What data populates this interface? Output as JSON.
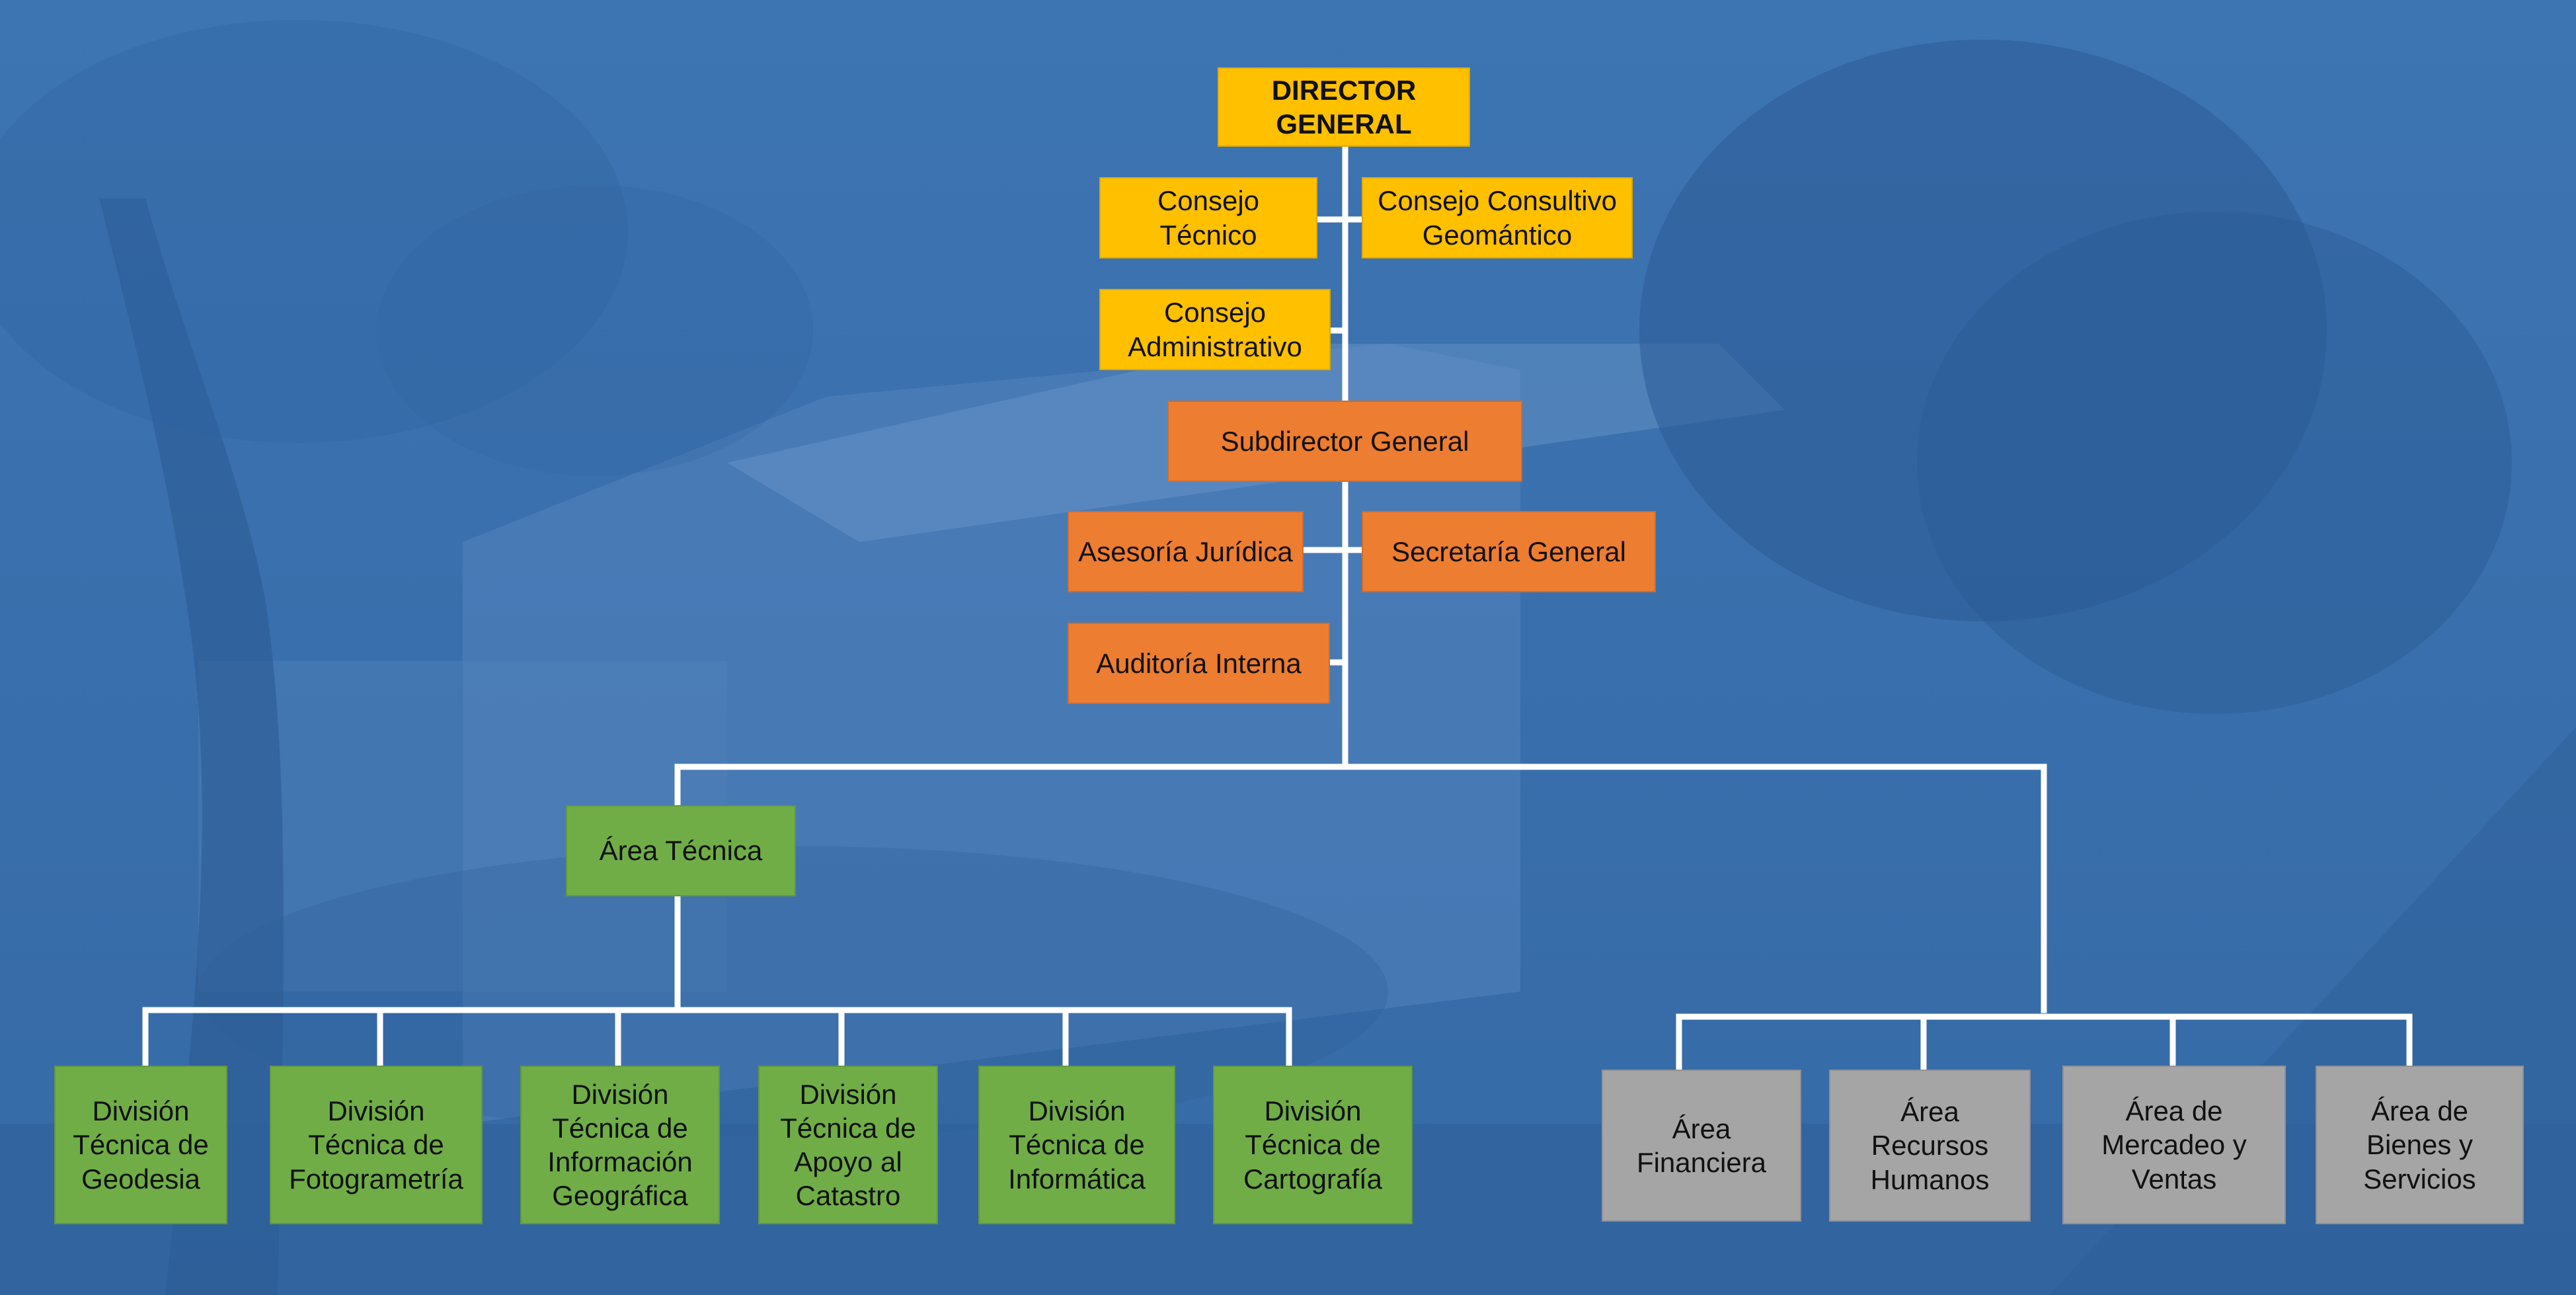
{
  "colors": {
    "background": "#3a70ad",
    "connector": "#ffffff",
    "consejos": "#ffc000",
    "direccion": "#ed7d31",
    "tecnica": "#70ad47",
    "administrativa": "#a5a5a5"
  },
  "org": {
    "director": "DIRECTOR\nGENERAL",
    "consejo_tecnico": "Consejo\nTécnico",
    "consejo_consultivo": "Consejo Consultivo\nGeomántico",
    "consejo_administrativo": "Consejo\nAdministrativo",
    "subdirector": "Subdirector General",
    "asesoria": "Asesoría Jurídica",
    "secretaria": "Secretaría General",
    "auditoria": "Auditoría Interna",
    "area_tecnica": "Área Técnica",
    "divisiones": [
      "División\nTécnica de\nGeodesia",
      "División\nTécnica de\nFotogrametría",
      "División\nTécnica de\nInformación\nGeográfica",
      "División\nTécnica de\nApoyo al\nCatastro",
      "División\nTécnica de\nInformática",
      "División\nTécnica de\nCartografía"
    ],
    "areas": [
      "Área\nFinanciera",
      "Área\nRecursos\nHumanos",
      "Área de\nMercadeo y\nVentas",
      "Área de\nBienes y\nServicios"
    ]
  }
}
